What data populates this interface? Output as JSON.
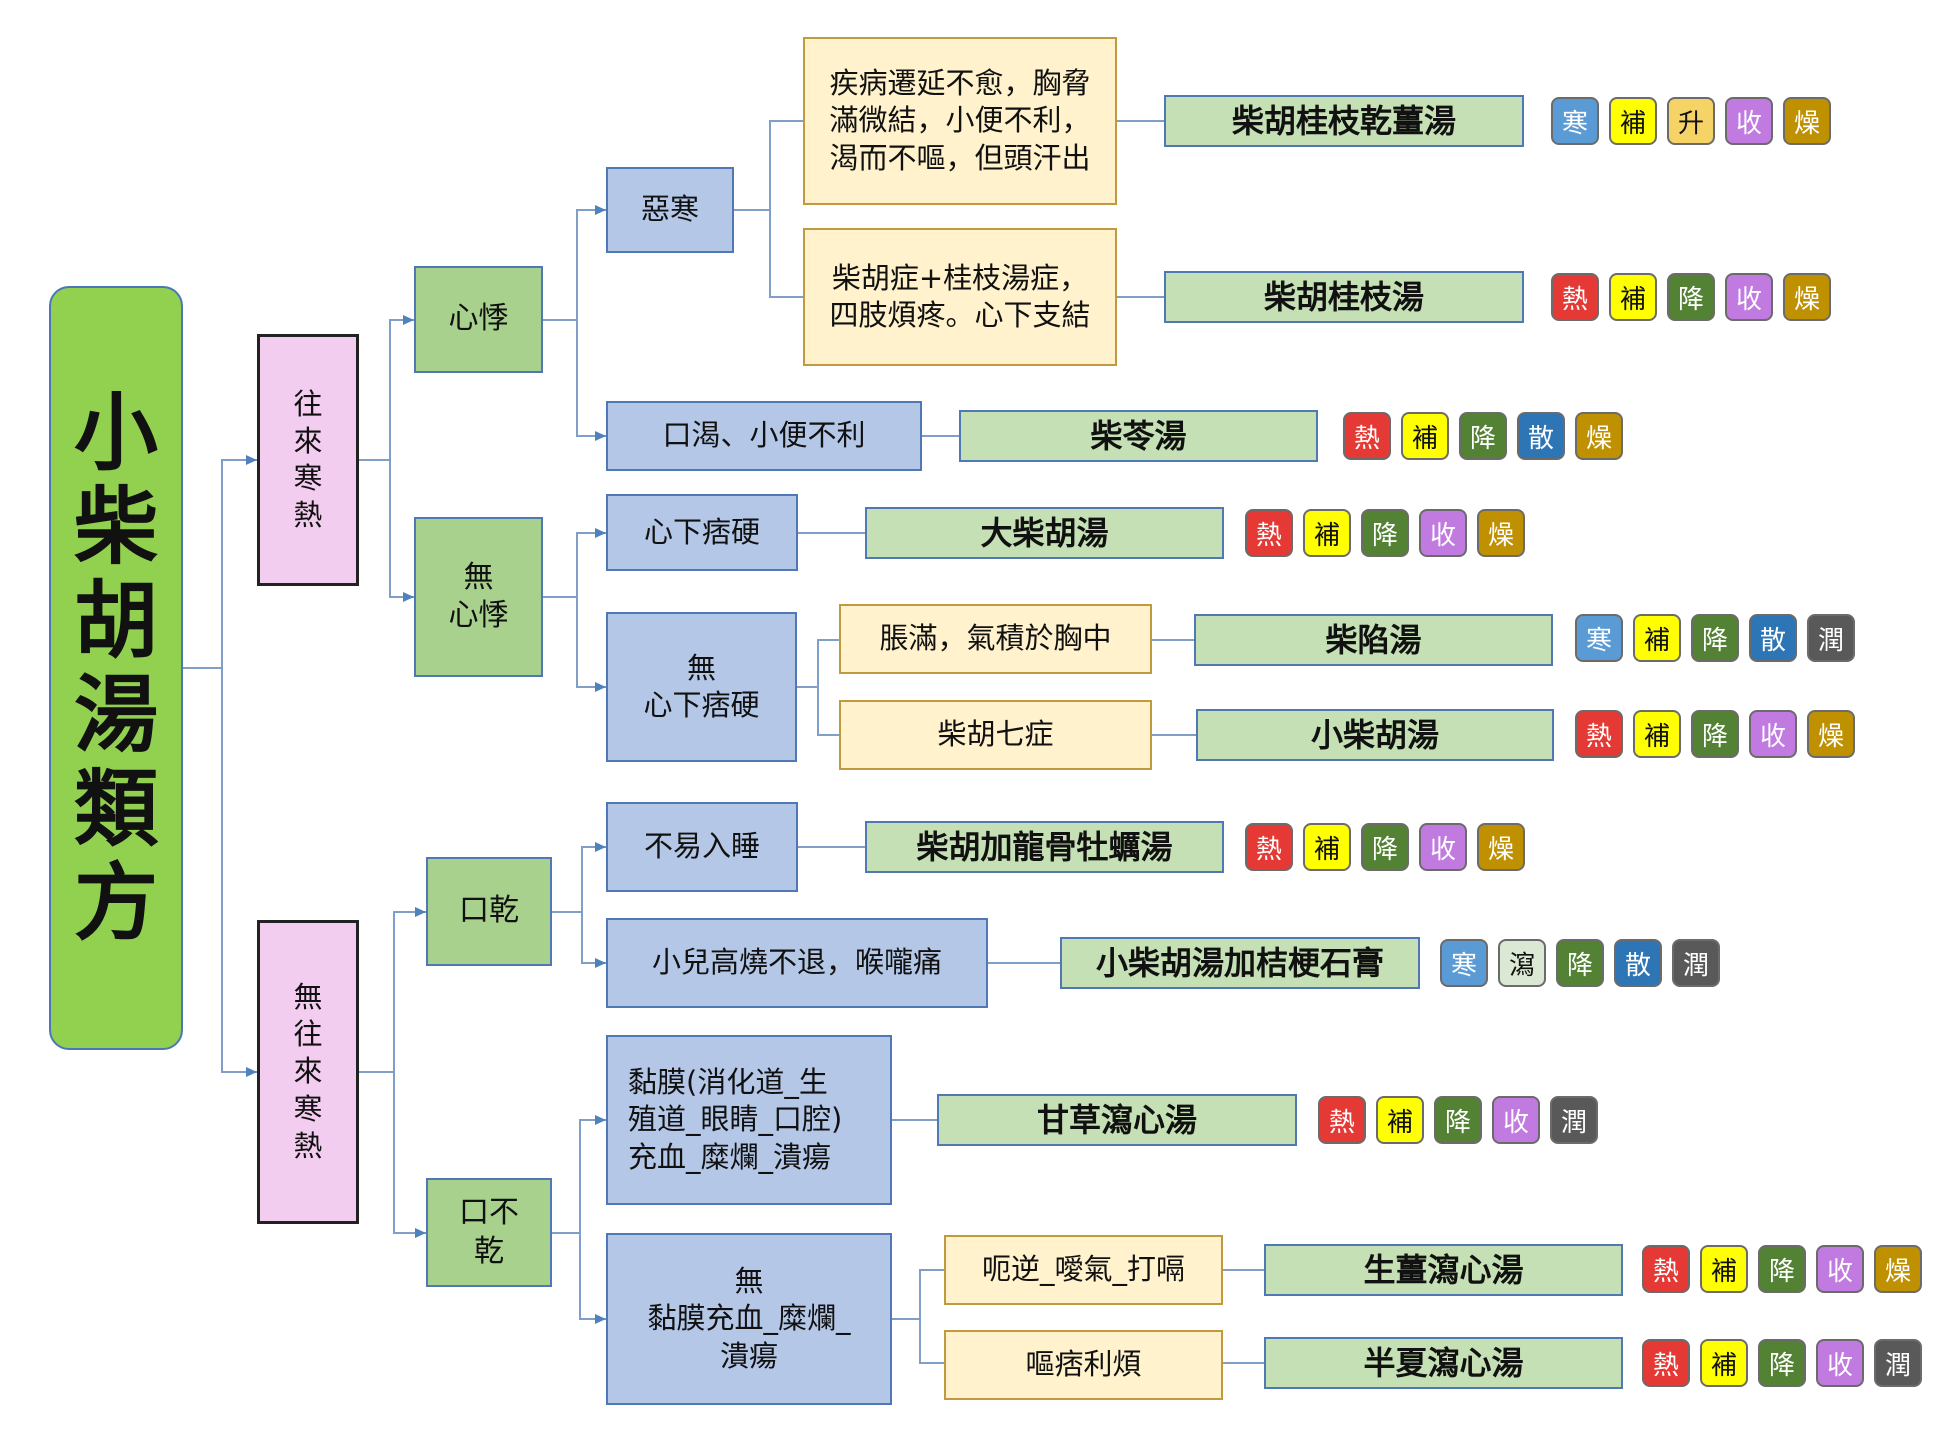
{
  "diagram": {
    "root": "小\n柴\n胡\n湯\n類\n方",
    "branch_a": "往\n來\n寒\n熱",
    "branch_b": "無\n往\n來\n寒\n熱",
    "palpitation": "心悸",
    "no_palpitation": "無\n心悸",
    "chill": "惡寒",
    "dry_mouth": "口乾",
    "not_dry_mouth": "口不\n乾",
    "thirst_urine": "口渴、小便不利",
    "epigastric_hard": "心下痞硬",
    "no_epigastric_hard": "無\n心下痞硬",
    "insomnia": "不易入睡",
    "child_fever": "小兒高燒不退，喉嚨痛",
    "mucosa": "黏膜(消化道_生\n殖道_眼睛_口腔)\n充血_糜爛_潰瘍",
    "no_mucosa": "無\n黏膜充血_糜爛_\n潰瘍",
    "sym_lingering": "疾病遷延不愈，胸脅\n滿微結，小便不利，\n渴而不嘔，但頭汗出",
    "sym_guizhi": "柴胡症+桂枝湯症，\n四肢煩疼。心下支結",
    "sym_bloating": "脹滿，氣積於胸中",
    "sym_seven": "柴胡七症",
    "sym_hiccup": "呃逆_噯氣_打嗝",
    "sym_vomit": "嘔痞利煩"
  },
  "formulas": [
    {
      "name": "柴胡桂枝乾薑湯",
      "tags": [
        "寒",
        "補",
        "升",
        "收",
        "燥"
      ]
    },
    {
      "name": "柴胡桂枝湯",
      "tags": [
        "熱",
        "補",
        "降",
        "收",
        "燥"
      ]
    },
    {
      "name": "柴苓湯",
      "tags": [
        "熱",
        "補",
        "降",
        "散",
        "燥"
      ]
    },
    {
      "name": "大柴胡湯",
      "tags": [
        "熱",
        "補",
        "降",
        "收",
        "燥"
      ]
    },
    {
      "name": "柴陷湯",
      "tags": [
        "寒",
        "補",
        "降",
        "散",
        "潤"
      ]
    },
    {
      "name": "小柴胡湯",
      "tags": [
        "熱",
        "補",
        "降",
        "收",
        "燥"
      ]
    },
    {
      "name": "柴胡加龍骨牡蠣湯",
      "tags": [
        "熱",
        "補",
        "降",
        "收",
        "燥"
      ]
    },
    {
      "name": "小柴胡湯加桔梗石膏",
      "tags": [
        "寒",
        "瀉",
        "降",
        "散",
        "潤"
      ]
    },
    {
      "name": "甘草瀉心湯",
      "tags": [
        "熱",
        "補",
        "降",
        "收",
        "潤"
      ]
    },
    {
      "name": "生薑瀉心湯",
      "tags": [
        "熱",
        "補",
        "降",
        "收",
        "燥"
      ]
    },
    {
      "name": "半夏瀉心湯",
      "tags": [
        "熱",
        "補",
        "降",
        "收",
        "潤"
      ]
    }
  ],
  "tag_colors": {
    "寒": "#5b9bd5",
    "熱": "#e53935",
    "補": "#ffff00",
    "瀉": "#dae8d4",
    "升": "#f6d366",
    "降": "#548235",
    "收": "#c07ae0",
    "散": "#2e75b6",
    "燥": "#bf9000",
    "潤": "#595959"
  },
  "tag_text_colors": {
    "補": "#111111",
    "瀉": "#111111",
    "升": "#111111"
  }
}
